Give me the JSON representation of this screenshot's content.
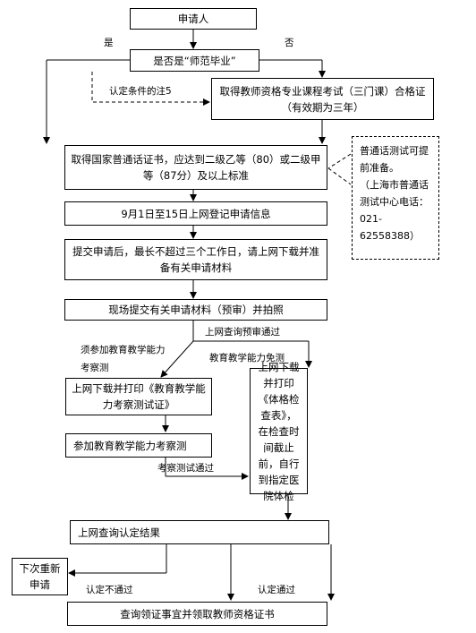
{
  "flow": {
    "applicant": "申请人",
    "normal_graduate_question": "是否是“师范毕业”",
    "course_exam_certificate": "取得教师资格专业课程考试（三门课）合格证（有效期为三年）",
    "mandarin_certificate": "取得国家普通话证书，应达到二级乙等（80）或二级甲等（87分）及以上标准",
    "mandarin_note_line1": "普通话测试可提前准备。",
    "mandarin_note_line2": "（上海市普通话测试中心电话：021-62558388）",
    "online_registration": "9月1日至15日上网登记申请信息",
    "download_materials": "提交申请后，最长不超过三个工作日，请上网下载并准备有关申请材料",
    "submit_onsite": "现场提交有关申请材料（预审）并拍照",
    "print_admission": "上网下载并打印《教育教学能力考察测试证》",
    "attend_test": "参加教育教学能力考察测",
    "health_check": "上网下载并打印《体格检查表》，在检查时间截止前，自行到指定医院体检",
    "query_result": "上网查询认定结果",
    "reapply": "下次重新申请",
    "collect_certificate": "查询领证事宜并领取教师资格证书"
  },
  "labels": {
    "yes": "是",
    "no": "否",
    "note5": "认定条件的注5",
    "prereview_passed": "上网查询预审通过",
    "must_test": "须参加教育教学能力考察测",
    "test_exempt": "教育教学能力免测",
    "test_passed": "考察测试通过",
    "not_approved": "认定不通过",
    "approved": "认定通过"
  }
}
